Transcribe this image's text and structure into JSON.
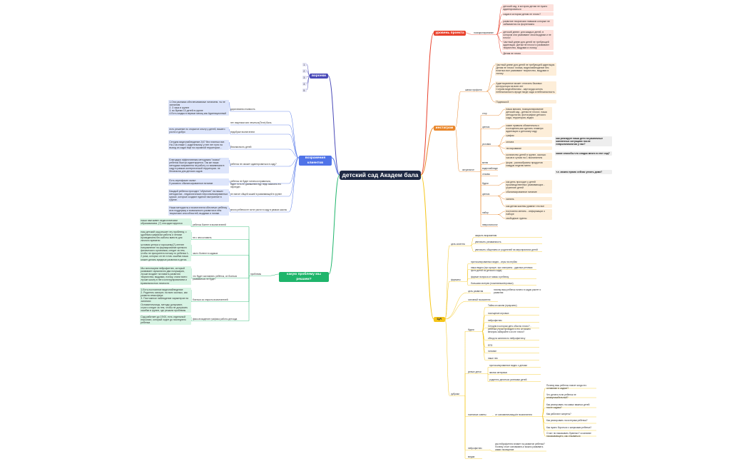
{
  "central": "детский сад Академ бала",
  "branches": {
    "problems": "уровень проекта",
    "funnels": "воронки",
    "objections": "возражения клиентов",
    "instagram": "инстаграм",
    "which_problem": "какую проблему мы решаем?",
    "cya": "ЦА"
  },
  "colors": {
    "central": "#1f2a44",
    "problems": "#e8412c",
    "funnels": "#4a4ab8",
    "objections": "#4f73e8",
    "instagram": "#e9862a",
    "which_problem": "#1fb56b",
    "cya": "#f5c518"
  },
  "problems": {
    "positioning": "позиционирование",
    "items": [
      "детский сад, в котором детям не нужно адаптироваться",
      "садик в котором детям не плохо?",
      "развитие творческих навыков которые не забываются на фортепиано",
      "детский дневн: для каждых детей, в котором они развивают свои выдумки и не плохо!",
      "Частный дневн для детей не требующей адаптации. Детям не плохо! и развивают творчество, выдумки и логику.",
      "Детям не плохо"
    ]
  },
  "funnels": {
    "items": [
      "1",
      "2",
      "3",
      "4",
      "5"
    ]
  },
  "objections": {
    "groups": [
      {
        "label": "дороговизна стоимость",
        "notes": [
          "1.Они разными обеспечиваемые питанием. ты не заплатим\n2. 3 часа в группе\n3. во Время 10 детей в группе\n4.Есть скидка в первые месяц как Адаптационный"
        ]
      },
      {
        "label": "нет лицензии или лечиться(Теле) баль",
        "notes": []
      },
      {
        "label": "недобрые воспитатели",
        "notes": [
          "есть решение по открытое  опыту у детей, вашего роста и добро"
        ]
      },
      {
        "label": "безопасность детей",
        "notes": [
          "Сегодня видеонаблюдение 24/7 без платных все. На 2 кв.этаже 1 родительниц! у нее нет пути на выход из сада! ещё на огромной территории..."
        ]
      },
      {
        "label": "ребенок не сможет адаптироваться в саду?",
        "notes": [
          "Благодаря эффективным методикам \"сказок\" ребенок быстро адаптируется. Так же наша методика направлена на работу со взаимными в саду в рамках аллергической территории. не безопасна для детских садов"
        ]
      },
      {
        "label": "ребенок не будет питаться правильно,\nбудет есть не домашнюю еду. ведь заказать его переедет.",
        "notes": [
          "Есть сертификат халал\n5 разового сбалансированное питание"
        ]
      },
      {
        "label": "не хватит общей кашей в развивающей в группе",
        "notes": [
          "Каждый ребенок проходит \"обучение\" на наших методистах - педагогических персонализированных курсах, которые создают единое настроение в группе."
        ]
      },
      {
        "label": "много ребенка не хотят расти в саду в рамках школы",
        "notes": [
          "Наши методисты и воспитатели обеспечат ребёнку всю поддержку и возможность развития в нём творческих способностей, выдумки и логики."
        ]
      }
    ]
  },
  "instagram": {
    "header_problem": "шапка профиля",
    "profile_notes": [
      "Частный дневн для детей не требующей адаптации. Детям не плохо! логика, видеонаблюдение без платных все развивают творчество, выдумки и логику",
      "Адаптационное может отличать базовых инструктора на всех лет\nСотрим видеоблогины - картосуда котопь небезопасность вроде нигде сада и небезопасность",
      "Подписка 8"
    ],
    "actual": "актуальное",
    "sections": [
      {
        "label": "стор",
        "items": [
          "наша миссия, позиционирование детский сад - детям не плохо!, наша методология, фотографии детского сада, территория, видео"
        ]
      },
      {
        "label": "ценник",
        "items": [
          "какие правила обязательны к посещению,как сделать плавную адаптацию к детскому саду"
        ]
      },
      {
        "label": "условия",
        "items": [
          "график",
          "оплата",
          "тестирование",
          "количество детей в группе, сколько часов в сутках на 1 воспитателя"
        ]
      },
      {
        "label": "меню",
        "items": [
          "форм - разнообразны продуктов каждую неделю меню"
        ]
      },
      {
        "label": "видеонаблюдение",
        "items": []
      },
      {
        "label": "отзывы",
        "items": []
      },
      {
        "label": "будни",
        "items": [
          "как день проходит у детей производственных развивающих - утренние детей"
        ]
      },
      {
        "label": "ценник",
        "items": [
          "сбалансированное питание",
          "халяль",
          "как детям жаствы уравнят это все"
        ]
      },
      {
        "label": "набор",
        "items": [
          "постоянно менять - информации о наборе",
          "свободные группы"
        ]
      },
      {
        "label": "неврологиология",
        "items": []
      }
    ],
    "side_notes": [
      "как реагирует наша дети на различные жизненных ситуациях после неврологиологии у нас?",
      "какие способы что сладко много в этот сад?",
      "т.е. можно прямо сейчас уехать дома?"
    ]
  },
  "which_problem": {
    "label": "проблемы",
    "groups": [
      {
        "label": "ребенок болеет в воспитателей",
        "note": "наши нам живет педагогическим образованием, (7) они адаптируются"
      },
      {
        "label": "не с чем оставить",
        "note": "наш детский сад решает эту проблему, с удобным графиком работы и легким проведением без заботы вместе для личного времени"
      },
      {
        "label": "часто болеют в садиках",
        "note": "условия центра и хорошему(7)-летнее направление на формирование крепкого физического организма, следит за тем, чтобы не приоритета потому-то ребенка 1-2 раза, которых он не готов. ошибка наша может делать вредные развития в детях."
      },
      {
        "label": "что будет заставлять ребёнок, он бояться развиваться не будет",
        "note": "Мы используем нейрофитнес, который развивает гармонично два полушария, лучше воздает на память развития творчества, выдумки, логику, стали всего лучше школу в него конструированием и правильностью личности"
      },
      {
        "label": "бояться за открыть воспитателей",
        "note": "1.Есть постоянное видеонаблюдение\n2. Родитель смотрит, на всех сколько, как развита атмосфера\n3. Постоянное наблюдение характеров на занятиях\nОсновательницы, методы допускают, строго следят за тем, чтобы не допускать ошибки в группе, где решили проблемы"
      },
      {
        "label": "фикс-вхождение графика работы детсада",
        "note": "Сад работает до 19:00, есть отдельный персонал, который ходит до последнего ребенка"
      }
    ]
  },
  "cya": {
    "goals_label": "цель клиента",
    "goals": [
      "закрыть возражения",
      "увеличить узнаваемость",
      "увеличить общением от родителей на мероприятиях детей"
    ],
    "formats_label": "форматы",
    "formats": [
      "протоколированных видео - игры на ютубах",
      "наша видео (про кросре, про смотраны - удачных реплики фото детей из детского сада)",
      "формат вопроса от мамы и ребенку",
      "большим галереи (позитивных/игровых)"
    ],
    "rubrics_label": "рубрики",
    "reason_label": "цель развития",
    "reason_note": "почему ваш ребенок ничего в садик растет и развития",
    "pain_label": "основной показатели",
    "daily_label": "будни",
    "daily": [
      "Тайны из жизни (приусмно)",
      "посещение игровых",
      "нейрофитнес",
      "Сегодня в котором деть обычно плохо? - ребёнка утром проводил и его он можно вечером забирайте и из не плохо?",
      "обход на занятия по нейрофитнесу",
      "ЕПЗ",
      "питание",
      "наше лес"
    ],
    "kids_label": "умные детки",
    "kids": [
      "протоколированное видео с детьми",
      "звонок интервью",
      "родитель делиться успехами детей"
    ],
    "helpful_label": "полезные советы",
    "helpful_sub": "от основательницы/от воспитателя",
    "helpful": [
      "Почему ваш ребенок плачет когда его оставляют в садике?",
      "Что делать если ребенок не коммуникабельный?",
      "Как реагировать на самых важных детей после садика?",
      "Как работают запреты?",
      "Как реагировать на истерики ребенка?",
      "Как нужно бороться с капризами ребенка?",
      "Стоит ли наказывать бранных? осознание показывающего, как отзываться"
    ],
    "neuro_label": "нейрофитнес",
    "neuro_note": "как нейрофитнес влияет на развитие ребенка? Почему стоит основывать и можно развивать самих посещение",
    "media_label": "медиа"
  }
}
